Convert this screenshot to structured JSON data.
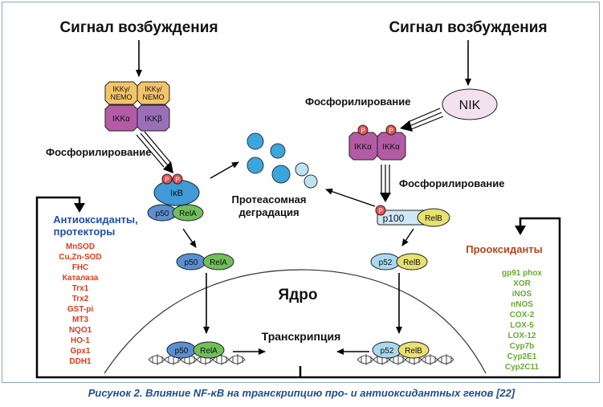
{
  "signal_left": "Сигнал возбуждения",
  "signal_right": "Сигнал возбуждения",
  "ikk_left": {
    "gamma_a": "IKKγ/",
    "nemo_a": "NEMO",
    "gamma_b": "IKKγ/",
    "nemo_b": "NEMO",
    "alpha": "IKKα",
    "beta": "IKKβ"
  },
  "phos_left": "Фосфорилирование",
  "nik": "NIK",
  "phos_right_top": "Фосфорилирование",
  "ikk_right": {
    "alpha_a": "IKKα",
    "alpha_b": "IKKα"
  },
  "phos_right_bottom": "Фосфорилирование",
  "p_label": "P",
  "ikb": "IκB",
  "p50": "p50",
  "rela": "RelA",
  "p100": "p100",
  "p52": "p52",
  "relb": "RelB",
  "proteasome": {
    "line1": "Протеасомная",
    "line2": "деградация"
  },
  "nucleus": "Ядро",
  "transcription": "Транскрипция",
  "antioxidants": {
    "title1": "Антиоксиданты,",
    "title2": "протекторы",
    "items": [
      "MnSOD",
      "Cu,Zn-SOD",
      "FHC",
      "Каталаза",
      "Trx1",
      "Trx2",
      "GST-pi",
      "MT3",
      "NQO1",
      "HO-1",
      "Gpx1",
      "DDH1"
    ]
  },
  "prooxidants": {
    "title": "Прооксиданты",
    "items": [
      "gp91 phox",
      "XOR",
      "iNOS",
      "nNOS",
      "COX-2",
      "LOX-5",
      "LOX-12",
      "Cyp7b",
      "Cyp2E1",
      "Cyp2C11"
    ]
  },
  "caption": "Рисунок 2. Влияние NF-κB на транскрипцию про- и антиоксидантных генов [22]",
  "colors": {
    "ikk_yellow": "#f2c46a",
    "ikk_purple": "#b45ba6",
    "ikk_violet": "#9a6fb8",
    "ikb_blue": "#3f9ad6",
    "p50_blue": "#5a8fd0",
    "rela_green": "#6fbf5a",
    "relb_yellow": "#e8e070",
    "p52_light": "#a9d8ef",
    "p100_light": "#cfe8f5",
    "nik_pink": "#f3e1ef",
    "phospho_red": "#e55353",
    "antioxidant_title": "#1f4ea8",
    "antioxidant_items": "#e03a1a",
    "prooxidant_title": "#b5451b",
    "prooxidant_items": "#6aa832",
    "caption": "#1f4e8c"
  }
}
